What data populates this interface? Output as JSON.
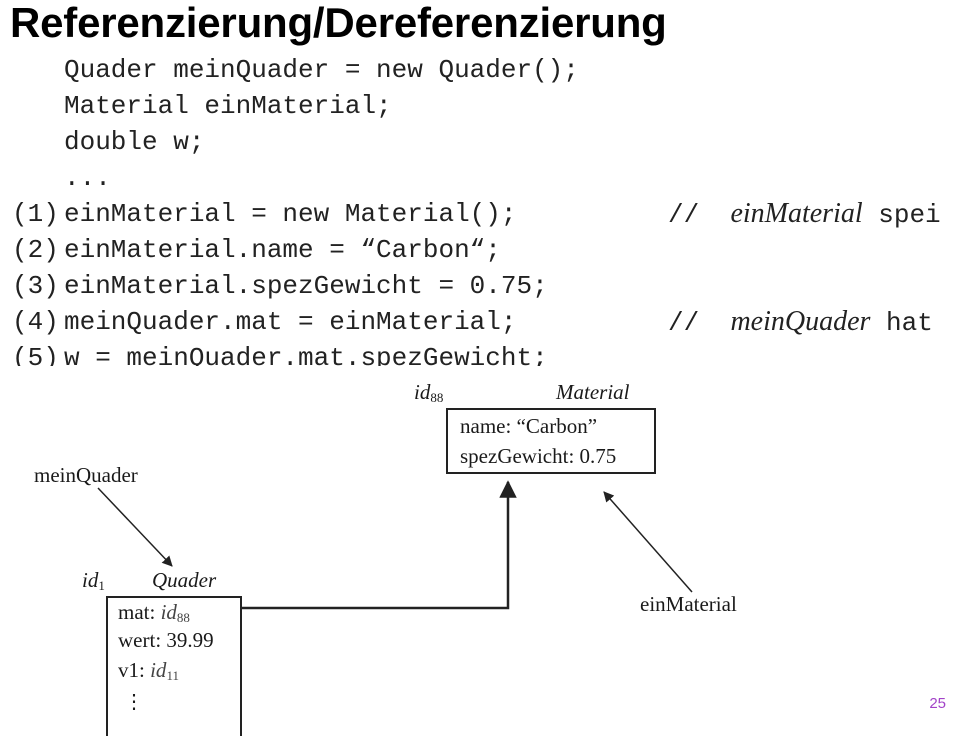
{
  "slide": {
    "title": "Referenzierung/Dereferenzierung",
    "page_number": "25"
  },
  "code": {
    "declarations": [
      "Quader meinQuader = new Quader();",
      "Material einMaterial;",
      "double w;",
      "..."
    ],
    "steps": [
      {
        "num": "(1)",
        "stmt": "einMaterial = new Material();",
        "comment_prefix": "//",
        "comment_italic": "einMaterial",
        "comment_rest": "spei"
      },
      {
        "num": "(2)",
        "stmt": "einMaterial.name = “Carbon“;"
      },
      {
        "num": "(3)",
        "stmt": "einMaterial.spezGewicht = 0.75;"
      },
      {
        "num": "(4)",
        "stmt": "meinQuader.mat = einMaterial;",
        "comment_prefix": "//",
        "comment_italic": "meinQuader",
        "comment_rest": "hat"
      },
      {
        "num": "(5)",
        "stmt": "w = meinQuader.mat.spezGewicht;"
      }
    ]
  },
  "diagram": {
    "material_object": {
      "id_prefix": "id",
      "id_sub": "88",
      "class_name": "Material",
      "fields": [
        "name: “Carbon”",
        "spezGewicht: 0.75"
      ]
    },
    "quader_object": {
      "id_prefix": "id",
      "id_sub": "1",
      "class_name": "Quader",
      "fields": {
        "mat_label": "mat:",
        "mat_id_prefix": "id",
        "mat_id_sub": "88",
        "wert": "wert: 39.99",
        "v1_label": "v1:",
        "v1_id_prefix": "id",
        "v1_id_sub": "11",
        "more": "⋮"
      }
    },
    "variables": {
      "meinQuader": "meinQuader",
      "einMaterial": "einMaterial"
    }
  }
}
